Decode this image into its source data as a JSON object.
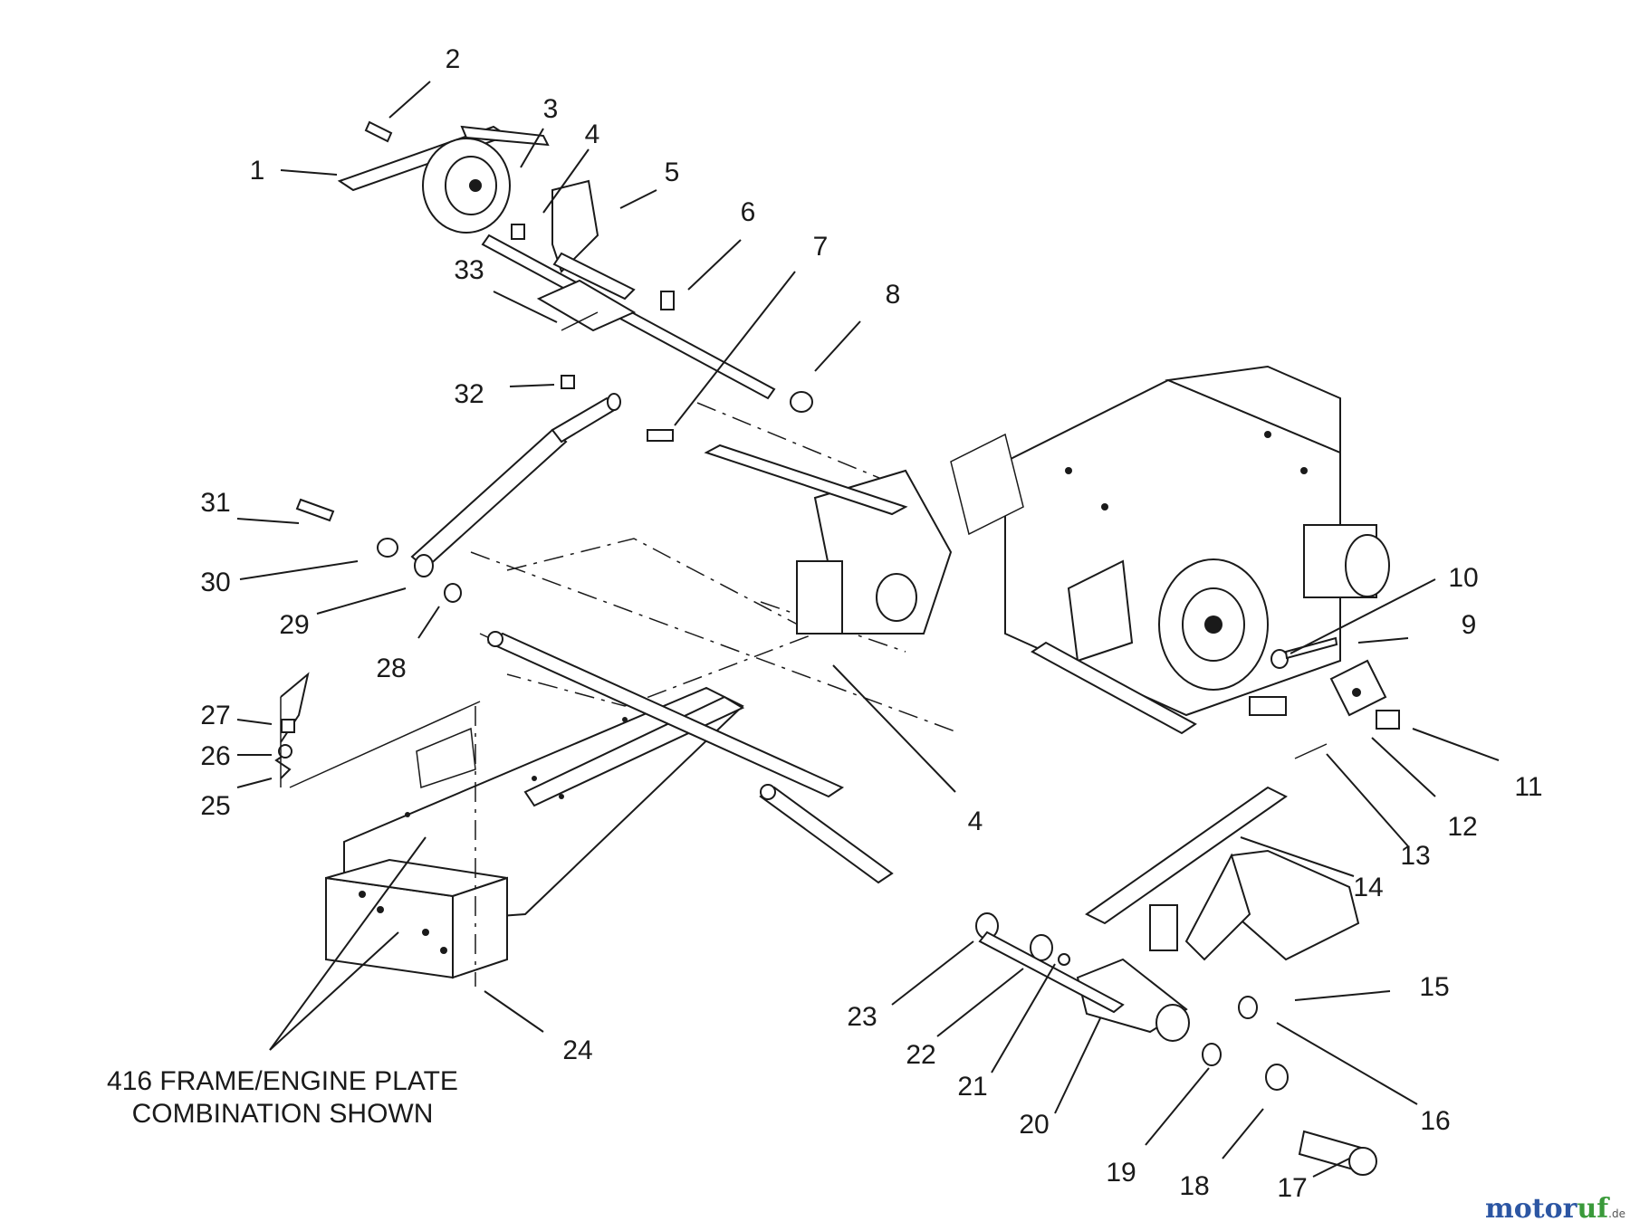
{
  "callouts": [
    {
      "n": "1"
    },
    {
      "n": "2"
    },
    {
      "n": "3"
    },
    {
      "n": "4"
    },
    {
      "n": "5"
    },
    {
      "n": "6"
    },
    {
      "n": "7"
    },
    {
      "n": "8"
    },
    {
      "n": "9"
    },
    {
      "n": "10"
    },
    {
      "n": "11"
    },
    {
      "n": "12"
    },
    {
      "n": "13"
    },
    {
      "n": "14"
    },
    {
      "n": "15"
    },
    {
      "n": "16"
    },
    {
      "n": "17"
    },
    {
      "n": "18"
    },
    {
      "n": "19"
    },
    {
      "n": "20"
    },
    {
      "n": "21"
    },
    {
      "n": "22"
    },
    {
      "n": "23"
    },
    {
      "n": "24"
    },
    {
      "n": "25"
    },
    {
      "n": "26"
    },
    {
      "n": "27"
    },
    {
      "n": "28"
    },
    {
      "n": "29"
    },
    {
      "n": "30"
    },
    {
      "n": "31"
    },
    {
      "n": "32"
    },
    {
      "n": "33"
    },
    {
      "n": "4"
    }
  ],
  "caption": {
    "line1": "416 FRAME/ENGINE PLATE",
    "line2": "COMBINATION SHOWN"
  },
  "watermark": {
    "part1": "motor",
    "part2": "uf",
    "suffix": ".de"
  }
}
